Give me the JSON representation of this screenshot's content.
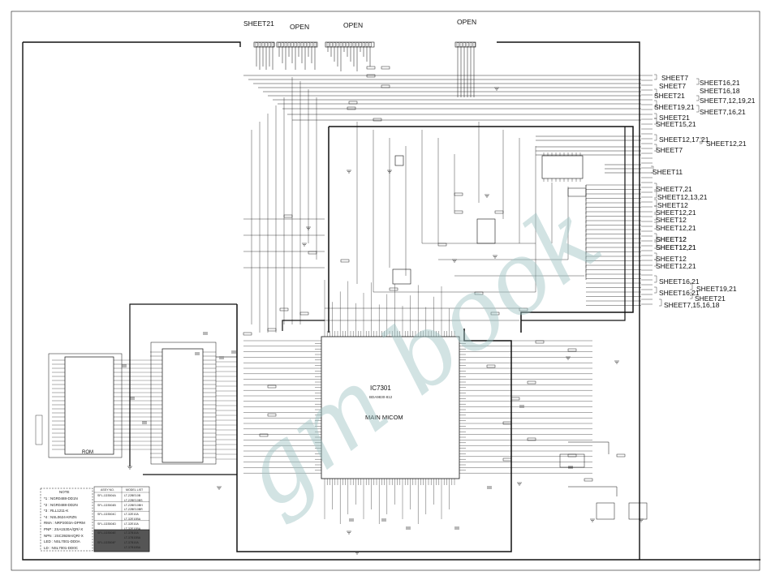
{
  "top_labels": {
    "sheet21": "SHEET21",
    "open_left": "OPEN",
    "open_mid": "OPEN",
    "open_right": "OPEN"
  },
  "right_sheet_refs": [
    "SHEET7",
    "SHEET16,21",
    "SHEET7",
    "SHEET16,18",
    "SHEET21",
    "SHEET7,12,19,21",
    "SHEET19,21",
    "SHEET7,16,21",
    "SHEET21",
    "SHEET15,21",
    "SHEET12,17,21",
    "SHEET12,21",
    "SHEET7",
    "SHEET11",
    "SHEET7,21",
    "SHEET12,13,21",
    "SHEET12",
    "SHEET12,21",
    "SHEET12",
    "SHEET12,21",
    "SHEET12",
    "SHEET12,21",
    "SHEET12",
    "SHEET12,21",
    "SHEET12",
    "SHEET12,21",
    "SHEET16,21",
    "SHEET19,21",
    "SHEET16,21",
    "SHEET21",
    "SHEET7,15,16,18"
  ],
  "main_ic": {
    "ref": "IC7301",
    "part": "BDA9830-812",
    "name": "MAIN MICOM"
  },
  "rom": {
    "label": "ROM"
  },
  "note_box": {
    "title": "NOTE",
    "lines": [
      "*1 : NGR0488-DD1N",
      "*2 : NGR0488-DD2N",
      "*3 : RLL1211-K",
      "*4 : NSL0624-KRZN",
      "RMA : NRP2003A-DPRM",
      "PNP : 2SA1530A/QR/-X",
      "NPN : 2SC3928A/QR/-X",
      "LED : NSL7001-DD0A",
      "LD : NSL7001-DD0C"
    ]
  },
  "model_table": {
    "headers": [
      "ASSY NO.",
      "MODEL LIST"
    ],
    "rows": [
      [
        "SFL-1D3504A",
        "LT-22BE10B"
      ],
      [
        "",
        "LT-22BE10BS"
      ],
      [
        "SFL-1D3504B",
        "LT-22BE10BH"
      ],
      [
        "",
        "LT-22BE10BR"
      ],
      [
        "SFL-1D3504C",
        "LT-32E10A"
      ],
      [
        "",
        "LT-32E10BA"
      ],
      [
        "SFL-1D3504D",
        "LT-32E10A"
      ],
      [
        "",
        "LT-32E10BA"
      ],
      [
        "SFL-1D3504E",
        "LT-37B10A"
      ],
      [
        "",
        "LT-37B10BA"
      ],
      [
        "SFL-1D3504F",
        "LT-37B10A"
      ],
      [
        "",
        "LT-37B10BA"
      ]
    ]
  },
  "watermark": "gm book"
}
